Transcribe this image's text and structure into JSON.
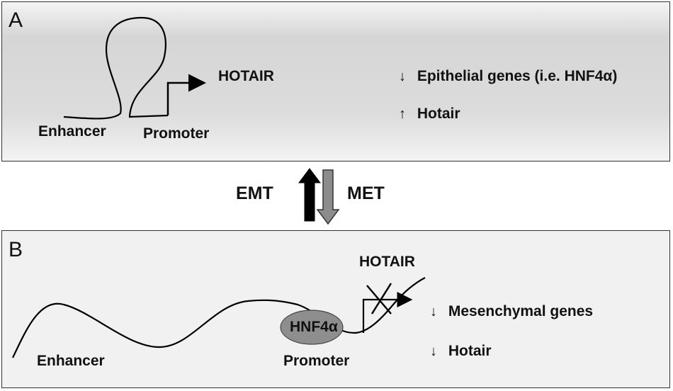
{
  "panel_a": {
    "letter": "A",
    "enhancer_label": "Enhancer",
    "promoter_label": "Promoter",
    "gene_label": "HOTAIR",
    "effects": [
      {
        "arrow": "↓",
        "text": "Epithelial genes (i.e. HNF4α)"
      },
      {
        "arrow": "↑",
        "text": "Hotair"
      }
    ]
  },
  "transition": {
    "left_label": "EMT",
    "right_label": "MET",
    "up_arrow_color": "#000000",
    "down_arrow_color": "#8c8c8c"
  },
  "panel_b": {
    "letter": "B",
    "enhancer_label": "Enhancer",
    "promoter_label": "Promoter",
    "gene_label": "HOTAIR",
    "factor_label": "HNF4α",
    "factor_color": "#8e8e8e",
    "effects": [
      {
        "arrow": "↓",
        "text": "Mesenchymal genes"
      },
      {
        "arrow": "↓",
        "text": "Hotair"
      }
    ]
  }
}
